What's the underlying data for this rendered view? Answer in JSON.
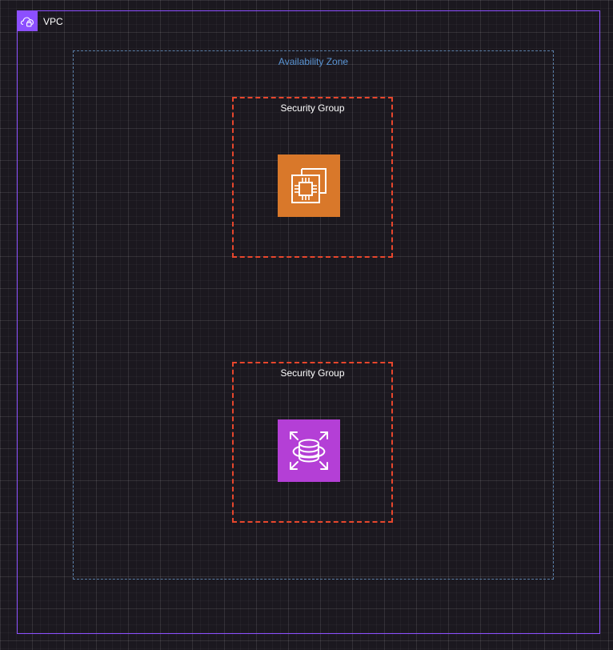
{
  "vpc": {
    "label": "VPC",
    "icon": "vpc-cloud-lock-icon",
    "border_color": "#8c4fff"
  },
  "availability_zone": {
    "label": "Availability Zone",
    "border_color": "#5a7fa8"
  },
  "security_groups": [
    {
      "label": "Security Group",
      "resource": {
        "icon": "ec2-instance-icon",
        "color": "#d9782a"
      }
    },
    {
      "label": "Security Group",
      "resource": {
        "icon": "rds-database-icon",
        "color": "#b43fd6"
      }
    }
  ],
  "colors": {
    "background": "#1b181f",
    "security_group_border": "#e8462c"
  }
}
